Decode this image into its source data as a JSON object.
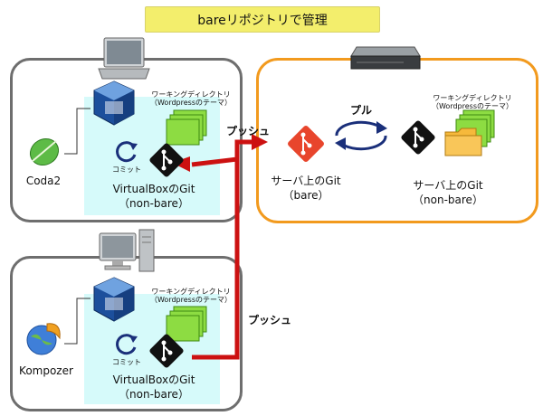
{
  "title": "bareリポジトリで管理",
  "colors": {
    "banner": "#f3ee6c",
    "pc_box_border": "#6e6e6e",
    "server_box_border": "#f29a1e",
    "vm_area": "#d6fafa",
    "arrow_red": "#cc1111",
    "git_red": "#e8452c",
    "pull_arrow": "#1a2f7a"
  },
  "pc1": {
    "editor_label": "Coda2",
    "worktree_label_1": "ワーキングディレクトリ",
    "worktree_label_2": "（Wordpressのテーマ）",
    "commit_label": "コミット",
    "git_label_1": "VirtualBoxのGit",
    "git_label_2": "（non-bare）"
  },
  "pc2": {
    "editor_label": "Kompozer",
    "worktree_label_1": "ワーキングディレクトリ",
    "worktree_label_2": "（Wordpressのテーマ）",
    "commit_label": "コミット",
    "git_label_1": "VirtualBoxのGit",
    "git_label_2": "（non-bare）"
  },
  "server": {
    "bare_label_1": "サーバ上のGit",
    "bare_label_2": "（bare）",
    "pull_label": "プル",
    "worktree_label_1": "ワーキングディレクトリ",
    "worktree_label_2": "（Wordpressのテーマ）",
    "nonbare_label_1": "サーバ上のGit",
    "nonbare_label_2": "（non-bare）"
  },
  "push_label_top": "プッシュ",
  "push_label_bottom": "プッシュ",
  "icons": [
    "laptop-icon",
    "desktop-pc-icon",
    "server-rack-icon",
    "virtualbox-icon",
    "coda-leaf-icon",
    "kompozer-globe-icon",
    "git-icon",
    "folder-stack-icon",
    "commit-cycle-icon",
    "pull-cycle-icon"
  ]
}
